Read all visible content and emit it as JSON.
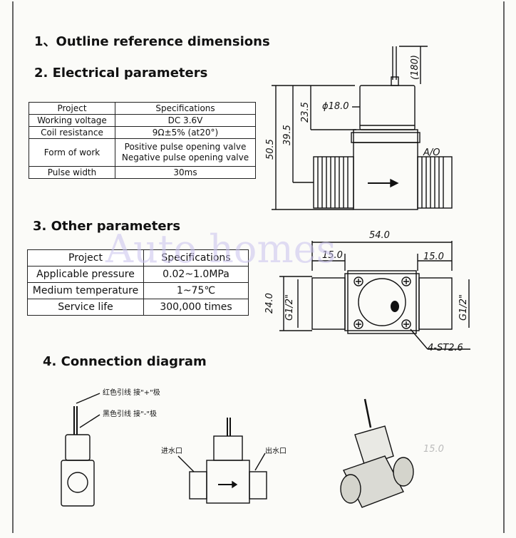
{
  "headings": {
    "h1": "1、Outline reference dimensions",
    "h2": "2. Electrical parameters",
    "h3": "3. Other parameters",
    "h4": "4. Connection diagram"
  },
  "electrical_table": {
    "header": [
      "Project",
      "Specifications"
    ],
    "rows": [
      [
        "Working voltage",
        "DC 3.6V"
      ],
      [
        "Coil resistance",
        "9Ω±5%  (at20°)"
      ],
      [
        "Form of work",
        "Positive pulse opening valve",
        "Negative pulse opening valve"
      ],
      [
        "Pulse width",
        "30ms"
      ]
    ]
  },
  "other_table": {
    "header": [
      "Project",
      "Specifications"
    ],
    "rows": [
      [
        "Applicable pressure",
        "0.02~1.0MPa"
      ],
      [
        "Medium temperature",
        "1~75℃"
      ],
      [
        "Service life",
        "300,000 times"
      ]
    ]
  },
  "watermark": "Auto homes",
  "drawing_labels": {
    "d180": "(180)",
    "phi": "ϕ18.0",
    "d235": "23.5",
    "d395": "39.5",
    "d505": "50.5",
    "ao": "A/O",
    "d54": "54.0",
    "d15a": "15.0",
    "d15b": "15.0",
    "d24": "24.0",
    "g12a": "G1/2\"",
    "g12b": "G1/2\"",
    "st": "4-ST2.6",
    "faint15": "15.0"
  },
  "connection_labels": {
    "red_wire": "红色引线 接\"+\"极",
    "black_wire": "黑色引线 接\"-\"极",
    "inlet": "进水口",
    "outlet": "出水口"
  }
}
